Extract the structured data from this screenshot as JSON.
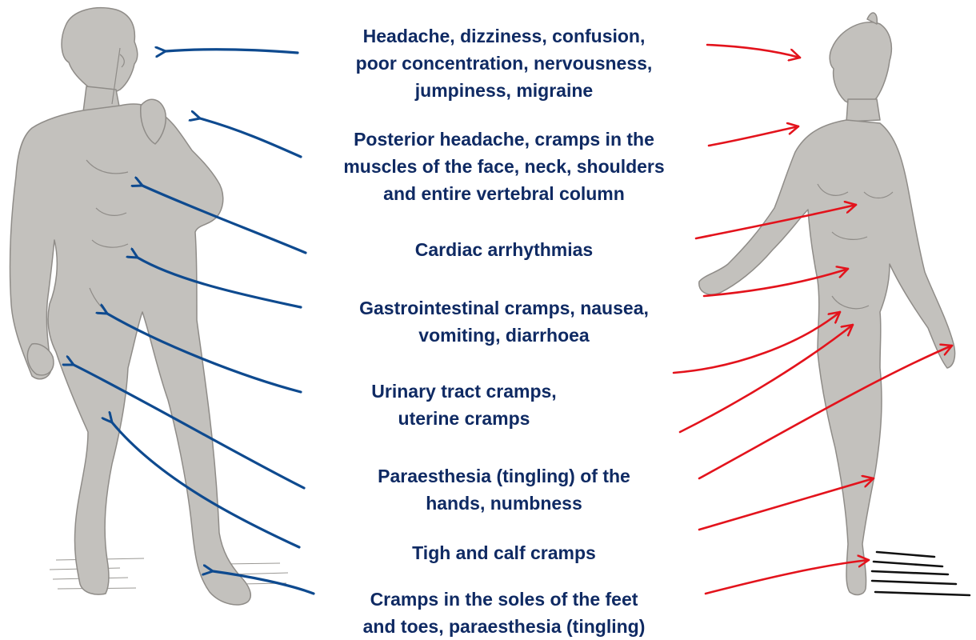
{
  "colors": {
    "text": "#0f2a63",
    "arrow_left": "#0e4a8f",
    "arrow_right": "#e3131c",
    "figure_fill": "#c3c1bd",
    "figure_stroke": "#8f8c88",
    "ground": "#111111"
  },
  "labels": [
    {
      "lines": [
        "Headache, dizziness, confusion,",
        "poor concentration, nervousness,",
        "jumpiness, migraine"
      ]
    },
    {
      "lines": [
        "Posterior headache, cramps in the",
        "muscles of the face, neck, shoulders",
        "and entire vertebral column"
      ]
    },
    {
      "lines": [
        "Cardiac arrhythmias"
      ]
    },
    {
      "lines": [
        "Gastrointestinal cramps, nausea,",
        "vomiting, diarrhoea"
      ]
    },
    {
      "lines": [
        "Urinary tract cramps,",
        "uterine cramps"
      ]
    },
    {
      "lines": [
        "Paraesthesia (tingling) of the",
        "hands, numbness"
      ]
    },
    {
      "lines": [
        "Tigh and calf cramps"
      ]
    },
    {
      "lines": [
        "Cramps in the soles of the feet",
        "and toes, paraesthesia (tingling)"
      ]
    }
  ],
  "figures": {
    "left": {
      "icon": "male-statue-figure"
    },
    "right": {
      "icon": "female-statue-figure"
    }
  }
}
